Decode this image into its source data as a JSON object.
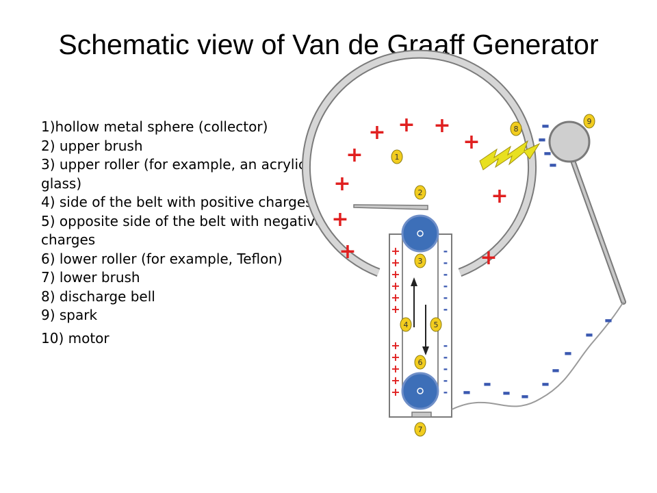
{
  "slide": {
    "title": "Schematic view of Van de Graaff Generator"
  },
  "legend": [
    "1)hollow metal sphere (collector)",
    "2) upper brush",
    "3) upper roller (for example, an acrylic glass)",
    "4) side of the belt with positive charges",
    "5) opposite side of the belt with negative charges",
    "6) lower roller (for example, Teflon)",
    "7) lower brush",
    "8) discharge bell",
    "9) spark",
    "10) motor"
  ],
  "diagram": {
    "callouts": [
      "1",
      "2",
      "3",
      "4",
      "5",
      "6",
      "7",
      "8",
      "9"
    ],
    "plus_sign": "+",
    "minus_sign": "-",
    "colors": {
      "metal": "#c8c8c8",
      "metal_stroke": "#7a7a7a",
      "roller": "#3d6fb8",
      "callout": "#f2cd1f",
      "spark": "#e8e020",
      "plus": "#e02020",
      "minus": "#3a58b0"
    }
  }
}
